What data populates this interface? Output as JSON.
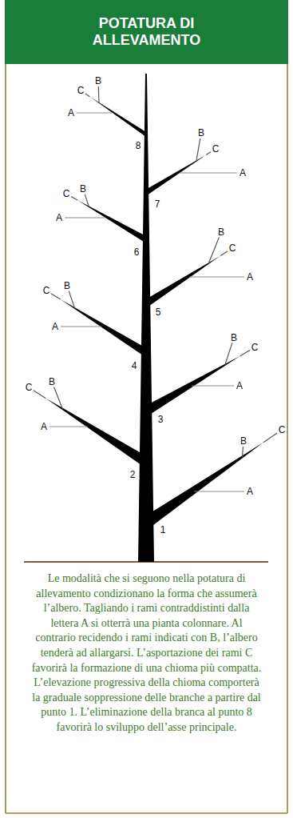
{
  "diagram": {
    "title": "POTATURA DI ALLEVAMENTO",
    "caption": "Le modalità che si seguono nella potatura di allevamento condizionano la forma che assumerà l’albero. Tagliando i rami contraddistinti dalla lettera A si otterrà una pianta colonnare. Al contrario recidendo i rami indicati con B, l’albero tenderà ad allargarsi. L’asportazione dei rami C favorirà la formazione di una chioma più compatta. L’elevazione progressiva della chioma comporterà la graduale soppressione delle branche a partire dal punto 1. L’eliminazione della branca al punto 8 favorirà lo sviluppo dell’asse principale.",
    "labels": [
      "C",
      "B",
      "A",
      "8",
      "C",
      "B",
      "A",
      "7",
      "C",
      "B",
      "A",
      "6",
      "C",
      "B",
      "A",
      "5",
      "C",
      "B",
      "A",
      "4",
      "C",
      "B",
      "A",
      "3",
      "C",
      "B",
      "A",
      "2",
      "C",
      "B",
      "A",
      "1"
    ]
  }
}
